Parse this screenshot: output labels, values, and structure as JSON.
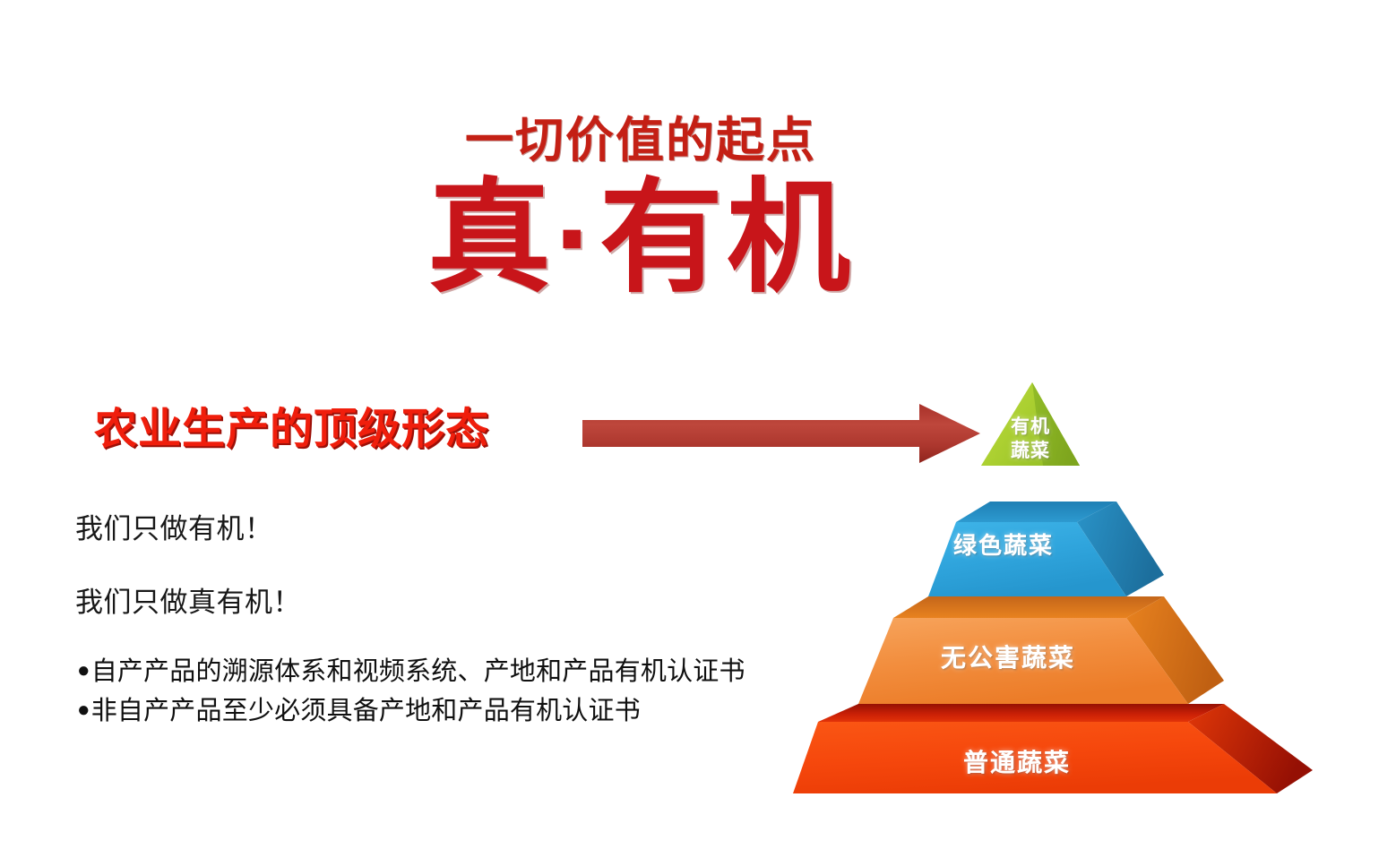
{
  "slide": {
    "background_color": "#ffffff",
    "subtitle": "一切价值的起点",
    "main_title": "真·有机",
    "section_heading": "农业生产的顶级形态",
    "statements": [
      "我们只做有机！",
      "我们只做真有机！"
    ],
    "bullets": [
      {
        "marker": "●",
        "text": "自产产品的溯源体系和视频系统、产地和产品有机认证书"
      },
      {
        "marker": "●",
        "text": "非自产产品至少必须具备产地和产品有机认证书"
      }
    ],
    "arrow": {
      "name": "right-arrow",
      "direction": "right",
      "color": "#B03A30"
    }
  },
  "colors": {
    "title_red": "#C8151A",
    "subtitle_red": "#C42015",
    "heading_red": "#F01E0C",
    "heading_shadow": "#9C1008",
    "arrow_red": "#B03A30",
    "tier_green": "#A7CE3A",
    "tier_blue": "#31A8DF",
    "tier_orange": "#F08A3C",
    "tier_redorange": "#F5470C",
    "body_text": "#181818"
  },
  "chart_data": {
    "type": "pyramid",
    "title": "农业生产的顶级形态",
    "orientation": "bottom-to-top ascending quality",
    "levels": [
      {
        "rank": 4,
        "label": "有机蔬菜",
        "label_lines": [
          "有机",
          "蔬菜"
        ],
        "color": "#A7CE3A",
        "position": "apex"
      },
      {
        "rank": 3,
        "label": "绿色蔬菜",
        "label_lines": [
          "绿色蔬菜"
        ],
        "color": "#31A8DF",
        "position": "upper-middle"
      },
      {
        "rank": 2,
        "label": "无公害蔬菜",
        "label_lines": [
          "无公害蔬菜"
        ],
        "color": "#F08A3C",
        "position": "lower-middle"
      },
      {
        "rank": 1,
        "label": "普通蔬菜",
        "label_lines": [
          "普通蔬菜"
        ],
        "color": "#F5470C",
        "position": "base"
      }
    ]
  }
}
